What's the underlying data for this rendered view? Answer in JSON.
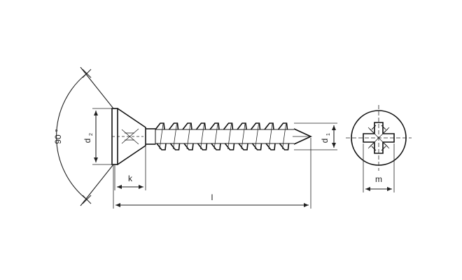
{
  "labels": {
    "angle": "90 °",
    "head_diameter": "d",
    "head_diameter_sub": "2",
    "head_height": "k",
    "length": "l",
    "thread_diameter": "d",
    "thread_diameter_sub": "1",
    "recess_width": "m"
  }
}
